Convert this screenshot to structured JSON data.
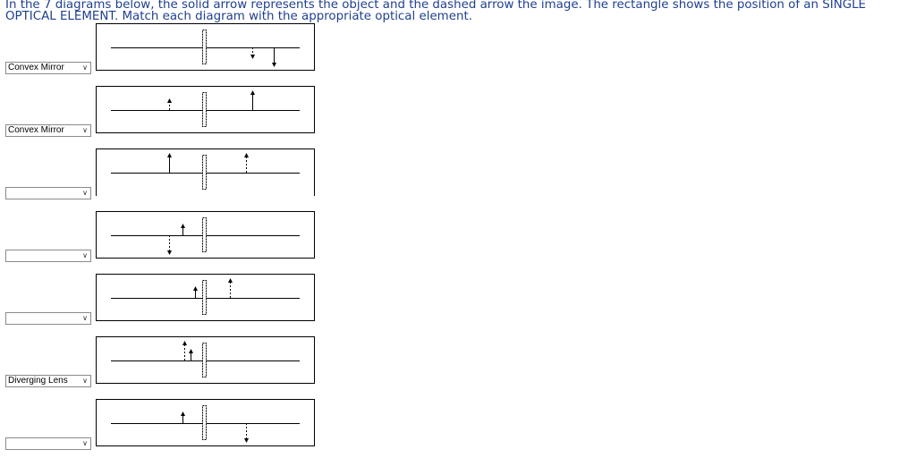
{
  "instructions": "In the 7 diagrams below, the solid arrow represents the object and the dashed arrow the image. The rectangle shows the position of an SINGLE OPTICAL ELEMENT. Match each diagram with the appropriate optical element.",
  "rows": [
    {
      "selected": "Convex Mirror",
      "object": {
        "x": 0.81,
        "dir": "down",
        "len": "long"
      },
      "image": {
        "x": 0.71,
        "dir": "down",
        "len": "short"
      }
    },
    {
      "selected": "Convex Mirror",
      "object": {
        "x": 0.71,
        "dir": "up",
        "len": "long"
      },
      "image": {
        "x": 0.33,
        "dir": "up",
        "len": "short"
      }
    },
    {
      "selected": "",
      "object": {
        "x": 0.33,
        "dir": "up",
        "len": "long"
      },
      "image": {
        "x": 0.68,
        "dir": "up",
        "len": "long"
      }
    },
    {
      "selected": "",
      "object": {
        "x": 0.39,
        "dir": "up",
        "len": "short"
      },
      "image": {
        "x": 0.33,
        "dir": "down",
        "len": "long"
      }
    },
    {
      "selected": "",
      "object": {
        "x": 0.45,
        "dir": "up",
        "len": "short"
      },
      "image": {
        "x": 0.61,
        "dir": "up",
        "len": "long"
      }
    },
    {
      "selected": "Diverging Lens",
      "object": {
        "x": 0.43,
        "dir": "up",
        "len": "short"
      },
      "image": {
        "x": 0.4,
        "dir": "up",
        "len": "long"
      }
    },
    {
      "selected": "",
      "object": {
        "x": 0.39,
        "dir": "up",
        "len": "short"
      },
      "image": {
        "x": 0.68,
        "dir": "down",
        "len": "long"
      }
    }
  ],
  "icons": {
    "dropdown": "chevron-down-icon",
    "element": "optical-element-rectangle"
  }
}
